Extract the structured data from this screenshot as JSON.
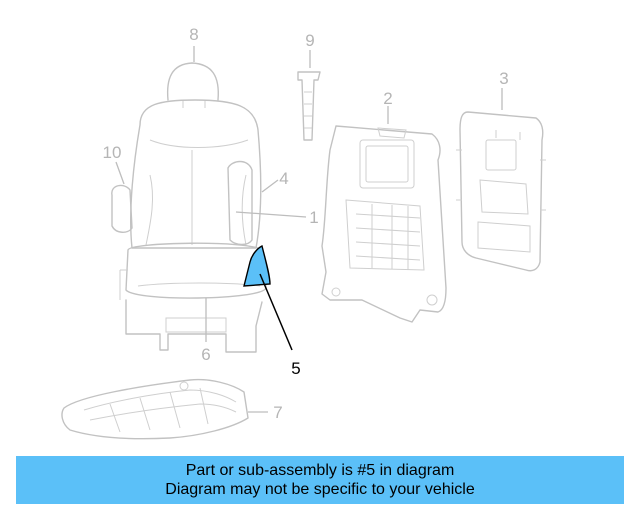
{
  "diagram": {
    "callouts": [
      "1",
      "2",
      "3",
      "4",
      "5",
      "6",
      "7",
      "8",
      "9",
      "10"
    ],
    "highlight_part": "5",
    "colors": {
      "highlight_fill": "#5bc0f8",
      "ghost_stroke": "#c2c2c2",
      "callout_active": "#000000",
      "callout_inactive": "#b5b5b5"
    }
  },
  "banner": {
    "line1": "Part or sub-assembly is #5 in diagram",
    "line2": "Diagram may not be specific to your vehicle",
    "background": "#5bc0f8"
  }
}
